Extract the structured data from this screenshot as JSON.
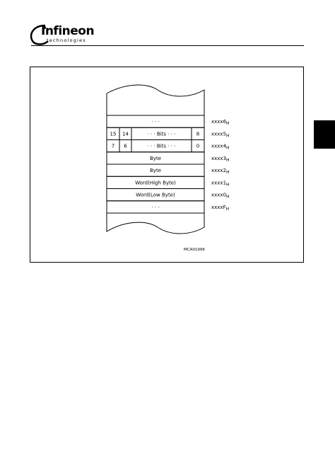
{
  "header": {
    "logo_name": "Infineon",
    "logo_sub": "technologies"
  },
  "figure": {
    "id": "MCA01996",
    "rows": [
      {
        "cells": [
          "· · ·"
        ],
        "address": "xxxx6",
        "suffix": "H"
      },
      {
        "cells": [
          "15",
          "14",
          "· · · Bits · · ·",
          "8"
        ],
        "address": "xxxx5",
        "suffix": "H"
      },
      {
        "cells": [
          "7",
          "6",
          "· · · Bits · · ·",
          "0"
        ],
        "address": "xxxx4",
        "suffix": "H"
      },
      {
        "cells": [
          "Byte"
        ],
        "address": "xxxx3",
        "suffix": "H"
      },
      {
        "cells": [
          "Byte"
        ],
        "address": "xxxx2",
        "suffix": "H"
      },
      {
        "cells": [
          "Word(High Byte)"
        ],
        "address": "xxxx1",
        "suffix": "H"
      },
      {
        "cells": [
          "Word(Low Byte)"
        ],
        "address": "xxxx0",
        "suffix": "H"
      },
      {
        "cells": [
          "· · ·"
        ],
        "address": "xxxxF",
        "suffix": "H"
      }
    ]
  }
}
